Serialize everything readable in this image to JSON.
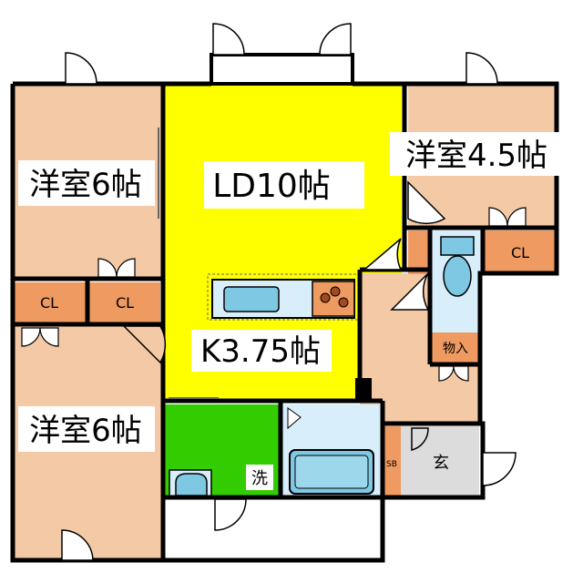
{
  "rooms": {
    "western_room_top_left": "洋室6帖",
    "living_dining": "LD10帖",
    "western_room_top_right": "洋室4.5帖",
    "kitchen": "K3.75帖",
    "western_room_bottom_left": "洋室6帖",
    "closet_left_a": "CL",
    "closet_left_b": "CL",
    "closet_right": "CL",
    "storage": "物入",
    "washroom": "洗",
    "shoe_box": "SB",
    "entrance": "玄"
  },
  "colors": {
    "bedroom": "#f4c9a6",
    "living": "#ffff00",
    "washroom": "#33cc00",
    "bath": "#d8eefa",
    "fixture": "#7ec8e3",
    "closet": "#ee9a60",
    "entrance": "#dcdcdc",
    "wall": "#000000"
  }
}
